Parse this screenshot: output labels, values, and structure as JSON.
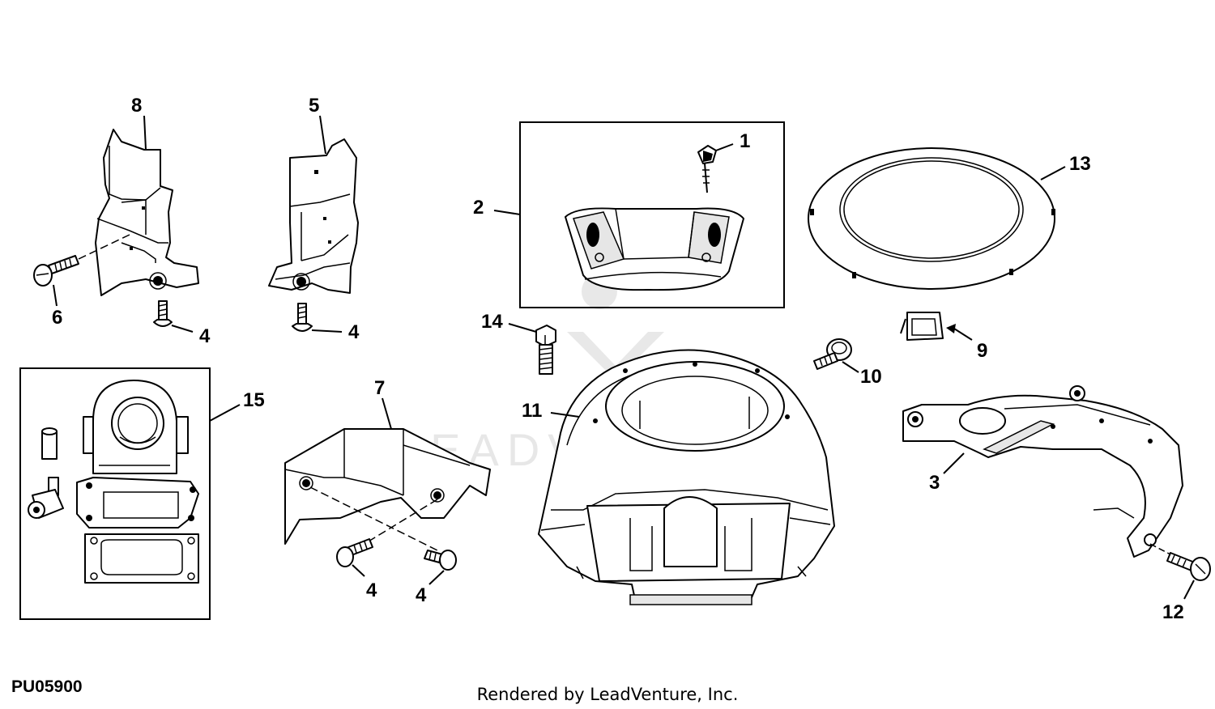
{
  "diagram": {
    "code": "PU05900",
    "credit": "Rendered by LeadVenture, Inc.",
    "watermark": "LEADVENTURE",
    "callouts": {
      "c8": "8",
      "c5": "5",
      "c6": "6",
      "c4a": "4",
      "c4b": "4",
      "c2": "2",
      "c1": "1",
      "c13": "13",
      "c14": "14",
      "c9": "9",
      "c10": "10",
      "c15": "15",
      "c7": "7",
      "c11": "11",
      "c3": "3",
      "c4c": "4",
      "c4d": "4",
      "c12": "12"
    }
  }
}
